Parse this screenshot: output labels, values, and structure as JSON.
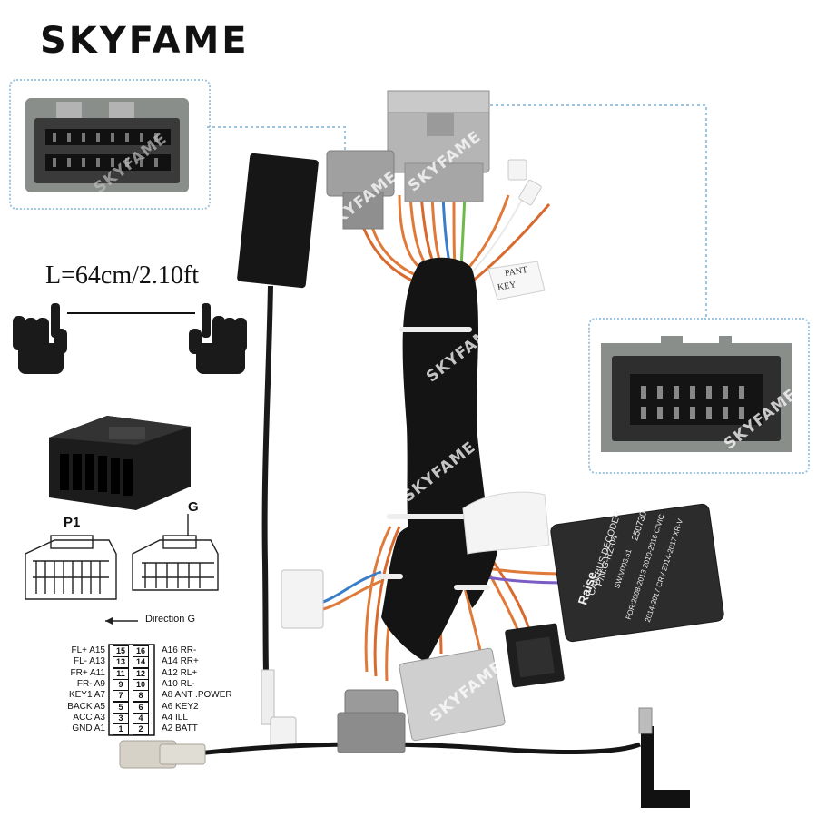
{
  "brand": "SKYFAME",
  "watermark": "SKYFAME",
  "length_label": "L=64cm/2.10ft",
  "plug_labels": {
    "p1": "P1",
    "g": "G",
    "direction": "Direction G"
  },
  "pinout_left": [
    {
      "signal": "FL+",
      "pin": "A15"
    },
    {
      "signal": "FL-",
      "pin": "A13"
    },
    {
      "signal": "FR+",
      "pin": "A11"
    },
    {
      "signal": "FR-",
      "pin": "A9"
    },
    {
      "signal": "KEY1",
      "pin": "A7"
    },
    {
      "signal": "BACK",
      "pin": "A5"
    },
    {
      "signal": "ACC",
      "pin": "A3"
    },
    {
      "signal": "GND",
      "pin": "A1"
    }
  ],
  "pinout_right": [
    {
      "signal": "RR-",
      "pin": "A16"
    },
    {
      "signal": "RR+",
      "pin": "A14"
    },
    {
      "signal": "RL+",
      "pin": "A12"
    },
    {
      "signal": "RL-",
      "pin": "A10"
    },
    {
      "signal": "ANT .POWER",
      "pin": "A8"
    },
    {
      "signal": "KEY2",
      "pin": "A6"
    },
    {
      "signal": "ILL",
      "pin": "A4"
    },
    {
      "signal": "BATT",
      "pin": "A2"
    }
  ],
  "pin_numbers_left": [
    "15",
    "13",
    "11",
    "9",
    "7",
    "5",
    "3",
    "1"
  ],
  "pin_numbers_right": [
    "16",
    "14",
    "12",
    "10",
    "8",
    "6",
    "4",
    "2"
  ],
  "wire_tag": {
    "line1": "PANT",
    "line2": "KEY"
  },
  "decoder": {
    "brand": "Raise",
    "title": "CAN BUS DECODER",
    "code": "250730",
    "part": "P/N:G-RZ-04",
    "lines": [
      "SW:V003.51",
      "FOR:2008-2013 2010-2016 CIVIC",
      "2014-2017 CRV 2014-2017 XR-V"
    ]
  },
  "colors": {
    "watermark": "#ffffff",
    "connector_gray": "#8a8e8a",
    "connector_light": "#c9c9c9",
    "wire_orange": "#e07a3a",
    "braid": "#141414",
    "dotted_frame": "#9fc4e0"
  }
}
